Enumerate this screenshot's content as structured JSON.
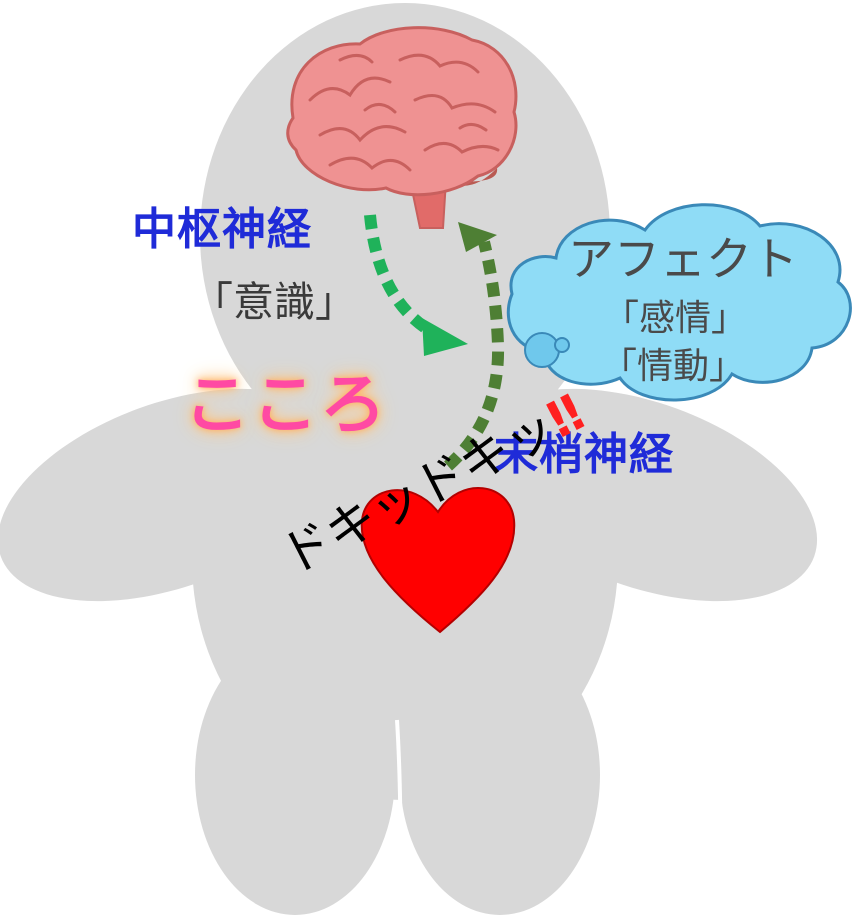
{
  "labels": {
    "central_nervous": "中枢神経",
    "consciousness": "「意識」",
    "kokoro": "こころ",
    "peripheral_nervous": "末梢神経",
    "affect": "アフェクト",
    "feeling": "「感情」",
    "emotion": "「情動」",
    "heartbeat": "ドキッドキッ",
    "exclaim": "‼"
  },
  "colors": {
    "body": "#d8d8d8",
    "brain": "#ef9292",
    "brain_fold": "#c8605e",
    "cloud_fill": "#8fdcf6",
    "cloud_stroke": "#3a89b8",
    "arrow_down": "#1fb25a",
    "arrow_up": "#4e7f34",
    "heart": "#ff0000",
    "nerve_label": "#1f2bd8",
    "kokoro": "#ff4aa3"
  },
  "icons": {
    "brain": "brain-icon",
    "heart": "heart-icon",
    "cloud": "thought-cloud-icon"
  }
}
